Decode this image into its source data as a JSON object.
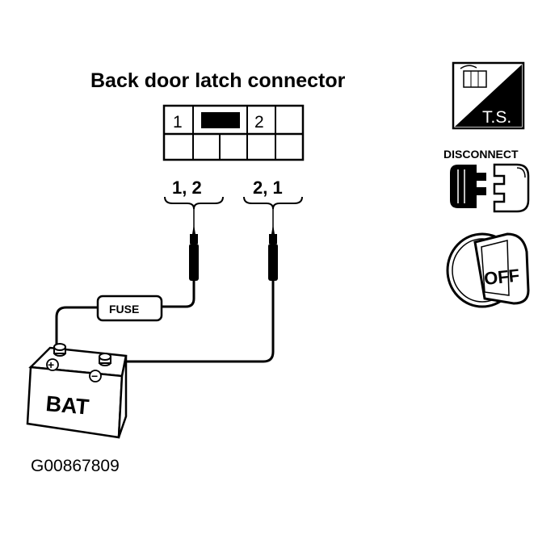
{
  "diagram": {
    "title": "Back door latch connector",
    "connector_pins": {
      "pin_left": "1",
      "pin_right": "2"
    },
    "probe_labels": {
      "left": "1, 2",
      "right": "2, 1"
    },
    "fuse_label": "FUSE",
    "battery": {
      "label": "BAT",
      "positive": "+",
      "negative": "−"
    },
    "figure_id": "G00867809"
  },
  "icons": {
    "ts": {
      "name": "ts-icon",
      "text": "T.S."
    },
    "disconnect": {
      "name": "disconnect-icon",
      "text": "DISCONNECT"
    },
    "ignition_off": {
      "name": "ignition-off-icon",
      "text": "OFF"
    }
  },
  "colors": {
    "ink": "#000000",
    "paper": "#ffffff"
  }
}
